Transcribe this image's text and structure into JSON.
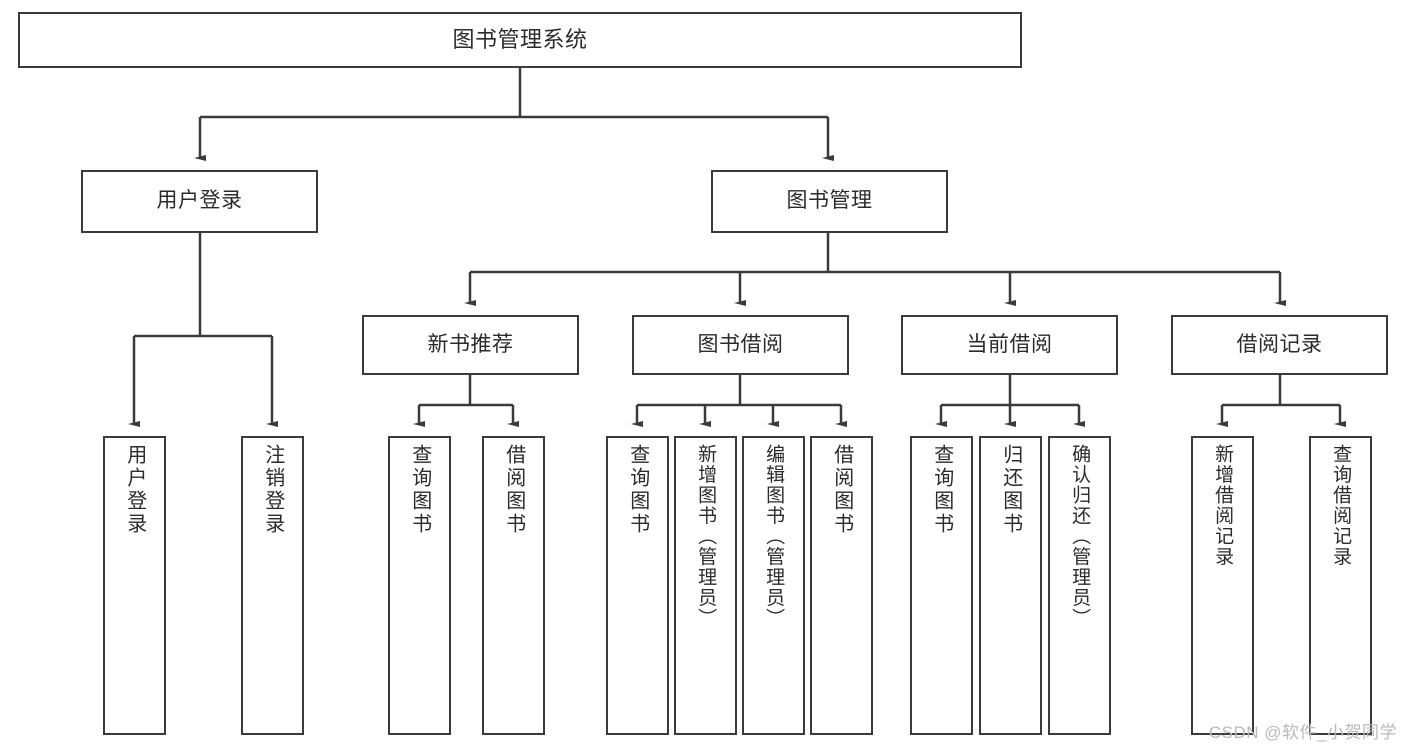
{
  "diagram": {
    "type": "tree",
    "title": "图书管理系统",
    "watermark": "CSDN @软件_小贺同学",
    "colors": {
      "stroke": "#3b3b3b",
      "fill": "#ffffff",
      "text": "#2b2b2b",
      "watermark": "#b9b9b9"
    },
    "levels": {
      "root": {
        "label": "图书管理系统"
      },
      "level2": [
        {
          "label": "用户登录"
        },
        {
          "label": "图书管理"
        }
      ],
      "level3": [
        {
          "label": "新书推荐"
        },
        {
          "label": "图书借阅"
        },
        {
          "label": "当前借阅"
        },
        {
          "label": "借阅记录"
        }
      ],
      "leaves": {
        "user_login": [
          {
            "label": "用户登录"
          },
          {
            "label": "注销登录"
          }
        ],
        "new_book_recommend": [
          {
            "label": "查询图书"
          },
          {
            "label": "借阅图书"
          }
        ],
        "book_borrow": [
          {
            "label": "查询图书"
          },
          {
            "label": "新增图书（管理员）"
          },
          {
            "label": "编辑图书（管理员）"
          },
          {
            "label": "借阅图书"
          }
        ],
        "current_borrow": [
          {
            "label": "查询图书"
          },
          {
            "label": "归还图书"
          },
          {
            "label": "确认归还（管理员）"
          }
        ],
        "borrow_records": [
          {
            "label": "新增借阅记录"
          },
          {
            "label": "查询借阅记录"
          }
        ]
      }
    }
  }
}
